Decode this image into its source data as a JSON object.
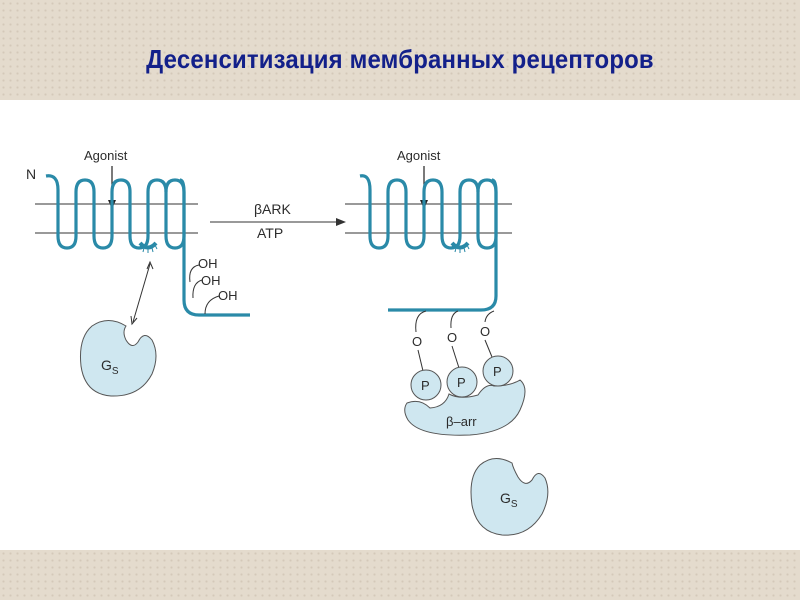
{
  "title": "Десенситизация  мембранных рецепторов",
  "left": {
    "n_label": "N",
    "agonist": "Agonist",
    "oh_labels": [
      "OH",
      "OH",
      "OH"
    ],
    "gs_main": "G",
    "gs_sub": "S"
  },
  "arrow": {
    "top_label": "βARK",
    "bottom_label": "ATP"
  },
  "right": {
    "agonist": "Agonist",
    "o_labels": [
      "O",
      "O",
      "O"
    ],
    "p_labels": [
      "P",
      "P",
      "P"
    ],
    "arrestin": "β–arr",
    "gs_main": "G",
    "gs_sub": "S"
  },
  "colors": {
    "receptor": "#2a8aa8",
    "protein_fill": "#cfe7f0",
    "protein_stroke": "#555555",
    "title": "#13208a"
  }
}
